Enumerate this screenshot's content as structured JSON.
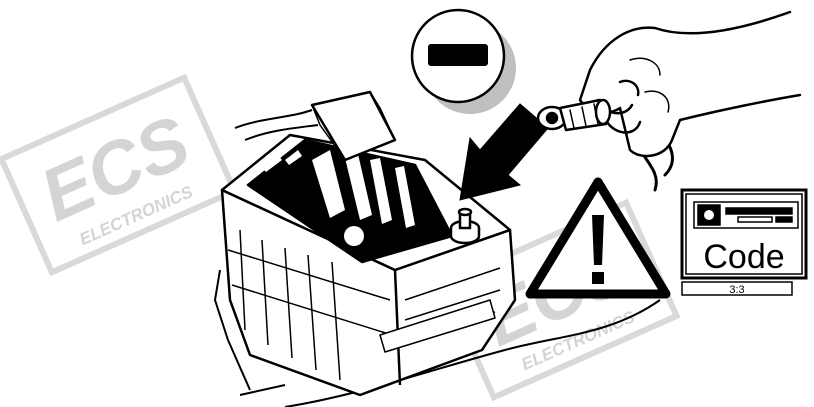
{
  "watermark": {
    "logo": "ECS",
    "subtext": "ELECTRONICS",
    "color": "#d4d4d4"
  },
  "display_panel": {
    "label": "Code",
    "counter": "3:3"
  },
  "symbols": {
    "terminal_sign": "minus-icon",
    "warning": "warning-triangle-icon",
    "direction": "arrow-icon"
  }
}
